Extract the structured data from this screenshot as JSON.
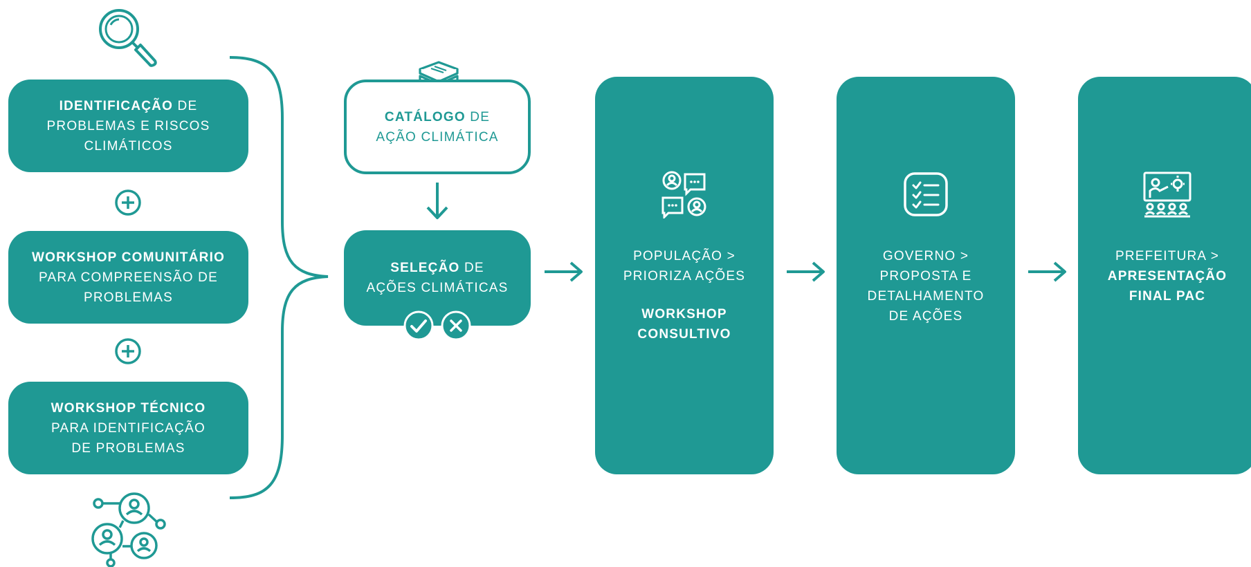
{
  "colors": {
    "teal": "#1f9994",
    "background": "#ffffff",
    "text_on_teal": "#ffffff"
  },
  "left_steps": [
    {
      "bold": "IDENTIFICAÇÃO",
      "rest_line1": " DE",
      "line2": "PROBLEMAS E RISCOS",
      "line3": "CLIMÁTICOS"
    },
    {
      "bold": "WORKSHOP COMUNITÁRIO",
      "line2": "PARA COMPREENSÃO DE",
      "line3": "PROBLEMAS"
    },
    {
      "bold": "WORKSHOP TÉCNICO",
      "line2": "PARA IDENTIFICAÇÃO",
      "line3": "DE PROBLEMAS"
    }
  ],
  "catalog": {
    "bold": "CATÁLOGO",
    "rest_line1": " DE",
    "line2": "AÇÃO CLIMÁTICA"
  },
  "selection": {
    "bold": "SELEÇÃO",
    "rest_line1": " DE",
    "line2": "AÇÕES CLIMÁTICAS"
  },
  "columns": [
    {
      "line1": "POPULAÇÃO >",
      "line2": "PRIORIZA AÇÕES",
      "bold1": "WORKSHOP",
      "bold2": "CONSULTIVO",
      "icon": "people-chat-icon"
    },
    {
      "line1": "GOVERNO >",
      "line2": "PROPOSTA E",
      "line3": "DETALHAMENTO",
      "line4": "DE AÇÕES",
      "icon": "checklist-icon"
    },
    {
      "line1": "PREFEITURA >",
      "bold1": "APRESENTAÇÃO",
      "bold2": "FINAL PAC",
      "icon": "presentation-icon"
    }
  ],
  "icons": {
    "top": "magnifier-icon",
    "bottom": "people-network-icon",
    "catalog": "stacked-documents-icon",
    "plus": "plus-circle-icon",
    "approve": "check-circle-icon",
    "reject": "x-circle-icon"
  }
}
